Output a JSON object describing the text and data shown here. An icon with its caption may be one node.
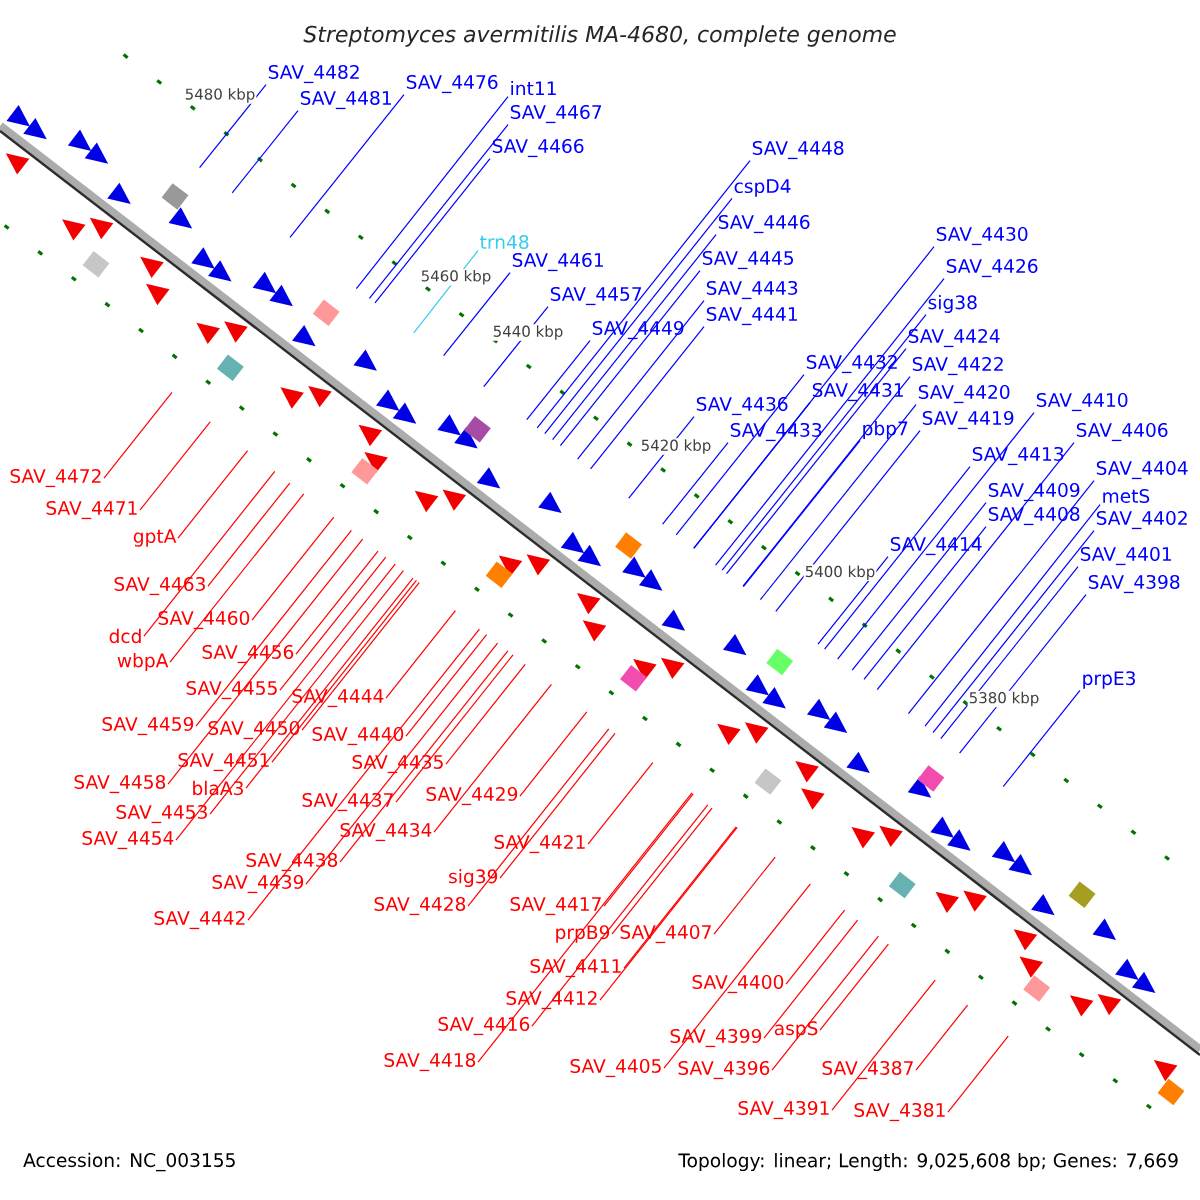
{
  "diagram": {
    "title": "Streptomyces avermitilis MA-4680, complete genome",
    "nodes": [
      {
        "text": [
          "SAV_4482"
        ]
      },
      {
        "text": [
          "SAV_4481"
        ]
      },
      {
        "text": [
          "SAV_4476"
        ]
      },
      {
        "text": [
          "int11"
        ]
      },
      {
        "text": [
          "SAV_4467"
        ]
      },
      {
        "text": [
          "SAV_4466"
        ]
      },
      {
        "text": [
          "trn48"
        ]
      },
      {
        "text": [
          "SAV_4461"
        ]
      },
      {
        "text": [
          "SAV_4457"
        ]
      },
      {
        "text": [
          "SAV_4449"
        ]
      },
      {
        "text": [
          "SAV_4448"
        ]
      },
      {
        "text": [
          "cspD4"
        ]
      },
      {
        "text": [
          "SAV_4446"
        ]
      },
      {
        "text": [
          "SAV_4445"
        ]
      },
      {
        "text": [
          "SAV_4443"
        ]
      },
      {
        "text": [
          "SAV_4441"
        ]
      },
      {
        "text": [
          "SAV_4430"
        ]
      },
      {
        "text": [
          "SAV_4426"
        ]
      },
      {
        "text": [
          "sig38"
        ]
      },
      {
        "text": [
          "SAV_4424"
        ]
      },
      {
        "text": [
          "SAV_4432"
        ]
      },
      {
        "text": [
          "SAV_4422"
        ]
      },
      {
        "text": [
          "SAV_4431"
        ]
      },
      {
        "text": [
          "SAV_4420"
        ]
      },
      {
        "text": [
          "SAV_4436"
        ]
      },
      {
        "text": [
          "SAV_4410"
        ]
      },
      {
        "text": [
          "SAV_4419"
        ]
      },
      {
        "text": [
          "pbp7"
        ]
      },
      {
        "text": [
          "SAV_4433"
        ]
      },
      {
        "text": [
          "SAV_4406"
        ]
      },
      {
        "text": [
          "SAV_4413"
        ]
      },
      {
        "text": [
          "SAV_4404"
        ]
      },
      {
        "text": [
          "SAV_4409"
        ]
      },
      {
        "text": [
          "metS"
        ]
      },
      {
        "text": [
          "SAV_4408"
        ]
      },
      {
        "text": [
          "SAV_4402"
        ]
      },
      {
        "text": [
          "SAV_4414"
        ]
      },
      {
        "text": [
          "SAV_4401"
        ]
      },
      {
        "text": [
          "SAV_4398"
        ]
      },
      {
        "text": [
          "prpE3"
        ]
      },
      {
        "text": [
          "SAV_4472"
        ]
      },
      {
        "text": [
          "SAV_4471"
        ]
      },
      {
        "text": [
          "gptA"
        ]
      },
      {
        "text": [
          "SAV_4463"
        ]
      },
      {
        "text": [
          "SAV_4460"
        ]
      },
      {
        "text": [
          "dcd"
        ]
      },
      {
        "text": [
          "wbpA"
        ]
      },
      {
        "text": [
          "SAV_4456"
        ]
      },
      {
        "text": [
          "SAV_4455"
        ]
      },
      {
        "text": [
          "SAV_4444"
        ]
      },
      {
        "text": [
          "SAV_4459"
        ]
      },
      {
        "text": [
          "SAV_4450"
        ]
      },
      {
        "text": [
          "SAV_4440"
        ]
      },
      {
        "text": [
          "SAV_4451"
        ]
      },
      {
        "text": [
          "SAV_4435"
        ]
      },
      {
        "text": [
          "SAV_4458"
        ]
      },
      {
        "text": [
          "blaA3"
        ]
      },
      {
        "text": [
          "SAV_4437"
        ]
      },
      {
        "text": [
          "SAV_4429"
        ]
      },
      {
        "text": [
          "SAV_4453"
        ]
      },
      {
        "text": [
          "SAV_4434"
        ]
      },
      {
        "text": [
          "SAV_4454"
        ]
      },
      {
        "text": [
          "SAV_4421"
        ]
      },
      {
        "text": [
          "SAV_4438"
        ]
      },
      {
        "text": [
          "SAV_4439"
        ]
      },
      {
        "text": [
          "sig39"
        ]
      },
      {
        "text": [
          "SAV_4428"
        ]
      },
      {
        "text": [
          "SAV_4442"
        ]
      },
      {
        "text": [
          "SAV_4417"
        ]
      },
      {
        "text": [
          "prpB9"
        ]
      },
      {
        "text": [
          "SAV_4407"
        ]
      },
      {
        "text": [
          "SAV_4411"
        ]
      },
      {
        "text": [
          "SAV_4412"
        ]
      },
      {
        "text": [
          "SAV_4400"
        ]
      },
      {
        "text": [
          "SAV_4416"
        ]
      },
      {
        "text": [
          "SAV_4399"
        ]
      },
      {
        "text": [
          "aspS"
        ]
      },
      {
        "text": [
          "SAV_4418"
        ]
      },
      {
        "text": [
          "SAV_4405"
        ]
      },
      {
        "text": [
          "SAV_4396"
        ]
      },
      {
        "text": [
          "SAV_4387"
        ]
      },
      {
        "text": [
          "SAV_4391"
        ]
      },
      {
        "text": [
          "SAV_4381"
        ]
      }
    ],
    "edges": [
      {
        "from": 0,
        "to": null,
        "arrow": "none",
        "color": "#0000ff"
      },
      {
        "from": 1,
        "to": null,
        "arrow": "none",
        "color": "#0000ff"
      },
      {
        "from": 2,
        "to": null,
        "arrow": "none",
        "color": "#0000ff"
      },
      {
        "from": 3,
        "to": null,
        "arrow": "none",
        "color": "#0000ff"
      },
      {
        "from": 4,
        "to": null,
        "arrow": "none",
        "color": "#0000ff"
      },
      {
        "from": 5,
        "to": null,
        "arrow": "none",
        "color": "#0000ff"
      },
      {
        "from": 6,
        "to": null,
        "arrow": "none",
        "color": "#33ccee"
      },
      {
        "from": 7,
        "to": null,
        "arrow": "none",
        "color": "#0000ff"
      },
      {
        "from": 8,
        "to": null,
        "arrow": "none",
        "color": "#0000ff"
      },
      {
        "from": 9,
        "to": null,
        "arrow": "none",
        "color": "#0000ff"
      },
      {
        "from": 10,
        "to": null,
        "arrow": "none",
        "color": "#0000ff"
      },
      {
        "from": 11,
        "to": null,
        "arrow": "none",
        "color": "#0000ff"
      },
      {
        "from": 12,
        "to": null,
        "arrow": "none",
        "color": "#0000ff"
      },
      {
        "from": 13,
        "to": null,
        "arrow": "none",
        "color": "#0000ff"
      },
      {
        "from": 14,
        "to": null,
        "arrow": "none",
        "color": "#0000ff"
      },
      {
        "from": 15,
        "to": null,
        "arrow": "none",
        "color": "#0000ff"
      },
      {
        "from": 16,
        "to": null,
        "arrow": "none",
        "color": "#0000ff"
      },
      {
        "from": 17,
        "to": null,
        "arrow": "none",
        "color": "#0000ff"
      },
      {
        "from": 18,
        "to": null,
        "arrow": "none",
        "color": "#0000ff"
      },
      {
        "from": 19,
        "to": null,
        "arrow": "none",
        "color": "#0000ff"
      },
      {
        "from": 20,
        "to": null,
        "arrow": "none",
        "color": "#0000ff"
      },
      {
        "from": 21,
        "to": null,
        "arrow": "none",
        "color": "#0000ff"
      },
      {
        "from": 22,
        "to": null,
        "arrow": "none",
        "color": "#0000ff"
      },
      {
        "from": 23,
        "to": null,
        "arrow": "none",
        "color": "#0000ff"
      },
      {
        "from": 24,
        "to": null,
        "arrow": "none",
        "color": "#0000ff"
      },
      {
        "from": 25,
        "to": null,
        "arrow": "none",
        "color": "#0000ff"
      },
      {
        "from": 26,
        "to": null,
        "arrow": "none",
        "color": "#0000ff"
      },
      {
        "from": 27,
        "to": null,
        "arrow": "none",
        "color": "#0000ff"
      },
      {
        "from": 28,
        "to": null,
        "arrow": "none",
        "color": "#0000ff"
      },
      {
        "from": 29,
        "to": null,
        "arrow": "none",
        "color": "#0000ff"
      },
      {
        "from": 30,
        "to": null,
        "arrow": "none",
        "color": "#0000ff"
      },
      {
        "from": 31,
        "to": null,
        "arrow": "none",
        "color": "#0000ff"
      },
      {
        "from": 32,
        "to": null,
        "arrow": "none",
        "color": "#0000ff"
      },
      {
        "from": 33,
        "to": null,
        "arrow": "none",
        "color": "#0000ff"
      },
      {
        "from": 34,
        "to": null,
        "arrow": "none",
        "color": "#0000ff"
      },
      {
        "from": 35,
        "to": null,
        "arrow": "none",
        "color": "#0000ff"
      },
      {
        "from": 36,
        "to": null,
        "arrow": "none",
        "color": "#0000ff"
      },
      {
        "from": 37,
        "to": null,
        "arrow": "none",
        "color": "#0000ff"
      },
      {
        "from": 38,
        "to": null,
        "arrow": "none",
        "color": "#0000ff"
      },
      {
        "from": 39,
        "to": null,
        "arrow": "none",
        "color": "#0000ff"
      },
      {
        "from": 40,
        "to": null,
        "arrow": "none"
      },
      {
        "from": 41,
        "to": null,
        "arrow": "none"
      },
      {
        "from": 42,
        "to": null,
        "arrow": "none"
      },
      {
        "from": 43,
        "to": null,
        "arrow": "none"
      },
      {
        "from": 44,
        "to": null,
        "arrow": "none"
      },
      {
        "from": 45,
        "to": null,
        "arrow": "none"
      },
      {
        "from": 46,
        "to": null,
        "arrow": "none"
      },
      {
        "from": 47,
        "to": null,
        "arrow": "none"
      },
      {
        "from": 48,
        "to": null,
        "arrow": "none"
      },
      {
        "from": 49,
        "to": null,
        "arrow": "none"
      },
      {
        "from": 50,
        "to": null,
        "arrow": "none"
      },
      {
        "from": 51,
        "to": null,
        "arrow": "none"
      },
      {
        "from": 52,
        "to": null,
        "arrow": "none"
      },
      {
        "from": 53,
        "to": null,
        "arrow": "none"
      },
      {
        "from": 54,
        "to": null,
        "arrow": "none"
      },
      {
        "from": 55,
        "to": null,
        "arrow": "none"
      },
      {
        "from": 56,
        "to": null,
        "arrow": "none"
      },
      {
        "from": 57,
        "to": null,
        "arrow": "none"
      },
      {
        "from": 58,
        "to": null,
        "arrow": "none"
      },
      {
        "from": 59,
        "to": null,
        "arrow": "none"
      },
      {
        "from": 60,
        "to": null,
        "arrow": "none"
      },
      {
        "from": 61,
        "to": null,
        "arrow": "none"
      },
      {
        "from": 62,
        "to": null,
        "arrow": "none"
      },
      {
        "from": 63,
        "to": null,
        "arrow": "none"
      },
      {
        "from": 64,
        "to": null,
        "arrow": "none"
      },
      {
        "from": 65,
        "to": null,
        "arrow": "none"
      },
      {
        "from": 66,
        "to": null,
        "arrow": "none"
      },
      {
        "from": 67,
        "to": null,
        "arrow": "none"
      },
      {
        "from": 68,
        "to": null,
        "arrow": "none"
      },
      {
        "from": 69,
        "to": null,
        "arrow": "none"
      },
      {
        "from": 70,
        "to": null,
        "arrow": "none"
      },
      {
        "from": 71,
        "to": null,
        "arrow": "none"
      },
      {
        "from": 72,
        "to": null,
        "arrow": "none"
      },
      {
        "from": 73,
        "to": null,
        "arrow": "none"
      },
      {
        "from": 74,
        "to": null,
        "arrow": "none"
      },
      {
        "from": 75,
        "to": null,
        "arrow": "none"
      },
      {
        "from": 76,
        "to": null,
        "arrow": "none"
      },
      {
        "from": 77,
        "to": null,
        "arrow": "none"
      },
      {
        "from": 78,
        "to": null,
        "arrow": "none"
      },
      {
        "from": 79,
        "to": null,
        "arrow": "none"
      },
      {
        "from": 80,
        "to": null,
        "arrow": "none"
      },
      {
        "from": 81,
        "to": null,
        "arrow": "none"
      },
      {
        "from": 82,
        "to": null,
        "arrow": "none"
      }
    ],
    "labels": [
      "5480 kbp",
      "5460 kbp",
      "5440 kbp",
      "5420 kbp",
      "5400 kbp",
      "5380 kbp",
      "Accession: NC_003155",
      "Topology: linear; Length: 9,025,608 bp; Genes: 7,669"
    ]
  }
}
